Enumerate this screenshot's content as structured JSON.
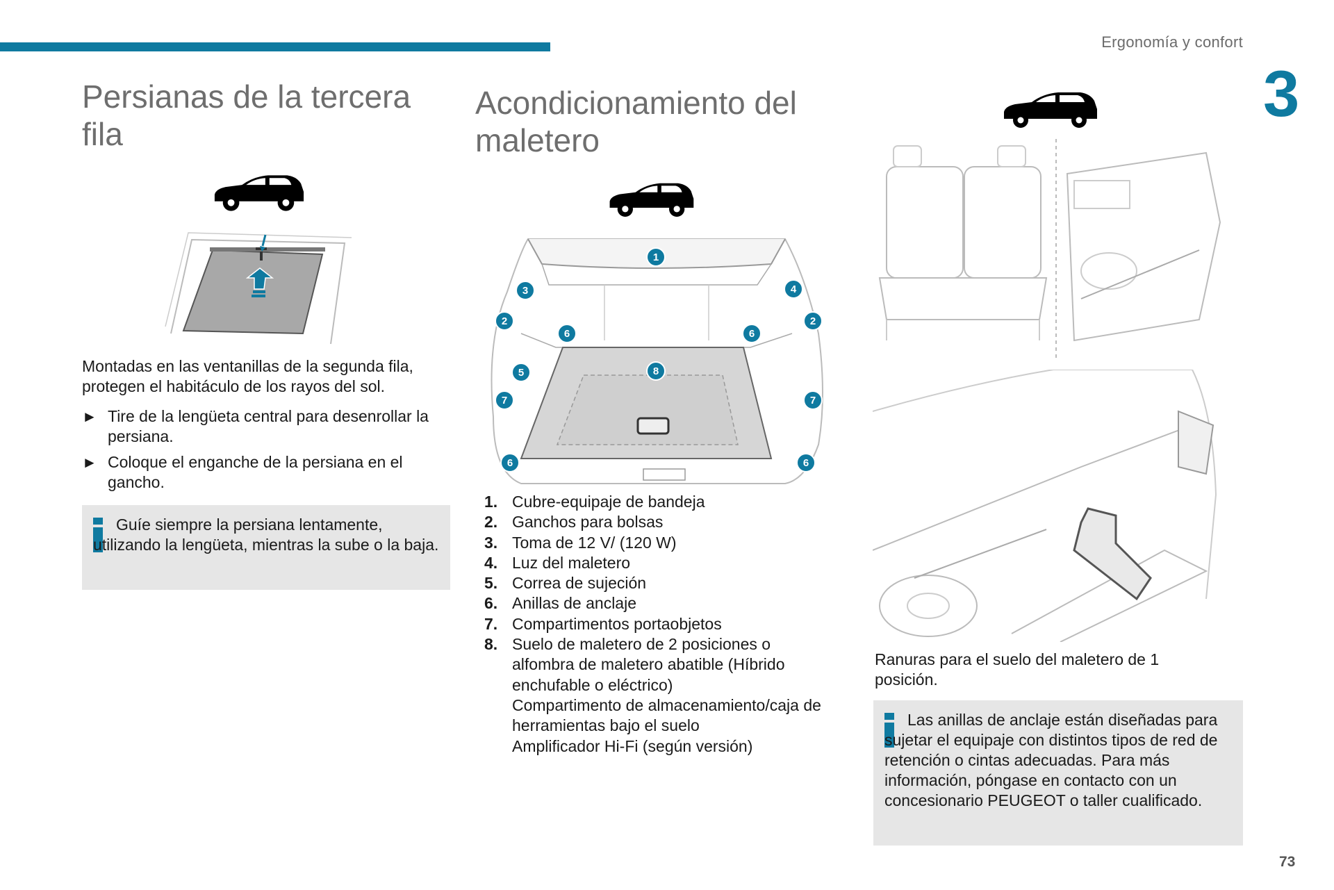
{
  "header": {
    "section": "Ergonomía y confort",
    "chapter": "3",
    "page": "73"
  },
  "column1": {
    "title": "Persianas de la tercera fila",
    "intro": "Montadas en las ventanillas de la segunda fila, protegen el habitáculo de los rayos del sol.",
    "bullet_glyph": "►",
    "bullets": [
      "Tire de la lengüeta central para desenrollar la persiana.",
      "Coloque el enganche de la persiana en el gancho."
    ],
    "info": "Guíe siempre la persiana lentamente, utilizando la lengüeta, mientras la sube o la baja."
  },
  "column2": {
    "title": "Acondicionamiento del maletero",
    "legend": [
      {
        "num": "1.",
        "text": "Cubre-equipaje de bandeja"
      },
      {
        "num": "2.",
        "text": "Ganchos para bolsas"
      },
      {
        "num": "3.",
        "text": "Toma de 12 V/ (120 W)"
      },
      {
        "num": "4.",
        "text": "Luz del maletero"
      },
      {
        "num": "5.",
        "text": "Correa de sujeción"
      },
      {
        "num": "6.",
        "text": "Anillas de anclaje"
      },
      {
        "num": "7.",
        "text": "Compartimentos portaobjetos"
      },
      {
        "num": "8.",
        "text": "Suelo de maletero de 2 posiciones o alfombra de maletero abatible (Híbrido enchufable o eléctrico)",
        "extra": [
          "Compartimento de almacenamiento/caja de herramientas bajo el suelo",
          "Amplificador Hi-Fi (según versión)"
        ]
      }
    ],
    "callouts": [
      "1",
      "2",
      "2",
      "3",
      "4",
      "5",
      "6",
      "6",
      "6",
      "6",
      "7",
      "7",
      "8"
    ]
  },
  "column3": {
    "caption": "Ranuras para el suelo del maletero de 1 posición.",
    "info": "Las anillas de anclaje están diseñadas para sujetar el equipaje con distintos tipos de red de retención o cintas adecuadas. Para más información, póngase en contacto con un concesionario PEUGEOT o taller cualificado."
  },
  "colors": {
    "accent": "#0f7aa0",
    "info_bg": "#e6e6e6",
    "title_gray": "#6e6e6e"
  },
  "icons": [
    "car-icon",
    "info-icon",
    "bullet-arrow-icon"
  ]
}
